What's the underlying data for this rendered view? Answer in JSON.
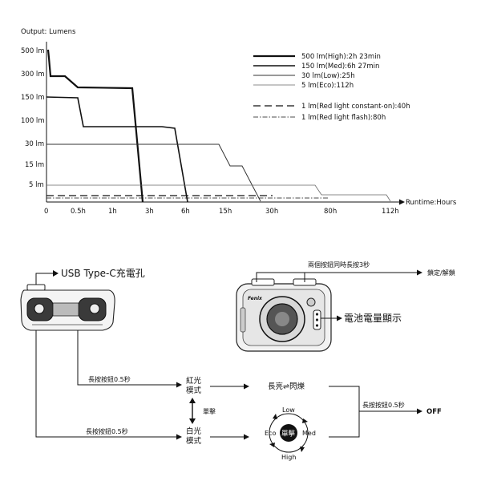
{
  "chart_data": {
    "type": "line",
    "title": "",
    "ylabel": "Output: Lumens",
    "xlabel": "Runtime:Hours",
    "y_ticks": [
      "500 lm",
      "300 lm",
      "150 lm",
      "100 lm",
      "30 lm",
      "15 lm",
      "5 lm"
    ],
    "x_ticks": [
      "0",
      "0.5h",
      "1h",
      "3h",
      "6h",
      "15h",
      "30h",
      "80h",
      "112h"
    ],
    "legend_position": "top-right",
    "series": [
      {
        "name": "500 lm(High):2h 23min",
        "style": "thick",
        "color": "#111111",
        "points": [
          [
            "0",
            500
          ],
          [
            "0",
            300
          ],
          [
            "0.5h",
            300
          ],
          [
            "0.5h",
            200
          ],
          [
            "2h",
            200
          ],
          [
            "2h 23min",
            0
          ]
        ]
      },
      {
        "name": "150 lm(Med):6h 27min",
        "style": "medium",
        "color": "#111111",
        "points": [
          [
            "0",
            150
          ],
          [
            "0.5h",
            150
          ],
          [
            "0.5h",
            80
          ],
          [
            "4h",
            80
          ],
          [
            "6h 27min",
            0
          ]
        ]
      },
      {
        "name": "30 lm(Low):25h",
        "style": "thin",
        "color": "#333333",
        "points": [
          [
            "0",
            30
          ],
          [
            "11h",
            30
          ],
          [
            "15h",
            15
          ],
          [
            "18h",
            15
          ],
          [
            "25h",
            0
          ]
        ]
      },
      {
        "name": "5 lm(Eco):112h",
        "style": "hairline",
        "color": "#555555",
        "points": [
          [
            "0",
            5
          ],
          [
            "80h",
            5
          ],
          [
            "112h",
            0
          ]
        ]
      },
      {
        "name": "1 lm(Red light constant-on):40h",
        "style": "dashed",
        "color": "#111111",
        "points": [
          [
            "0",
            1
          ],
          [
            "40h",
            1
          ]
        ]
      },
      {
        "name": "1 lm(Red light flash):80h",
        "style": "dashdot",
        "color": "#111111",
        "points": [
          [
            "0",
            1
          ],
          [
            "80h",
            1
          ]
        ]
      }
    ]
  },
  "diagram": {
    "usb_label": "USB Type-C充電孔",
    "both_buttons_label": "兩個按鈕同時長按3秒",
    "lock_label": "鎖定/解鎖",
    "battery_label": "電池電量顯示",
    "brand": "Fenix",
    "hold_red_label": "長按按鈕0.5秒",
    "hold_white_label": "長按按鈕0.5秒",
    "red_mode_label": "紅光\n模式",
    "red_mode_l1": "紅光",
    "red_mode_l2": "模式",
    "white_mode_l1": "白光",
    "white_mode_l2": "模式",
    "single_click": "單擊",
    "steady_flash": "長亮⇌閃爍",
    "hold_off_label": "長按按鈕0.5秒",
    "off_label": "OFF",
    "cycle": {
      "top": "Low",
      "right": "Med",
      "bottom": "High",
      "left": "Eco",
      "center": "單擊"
    }
  }
}
